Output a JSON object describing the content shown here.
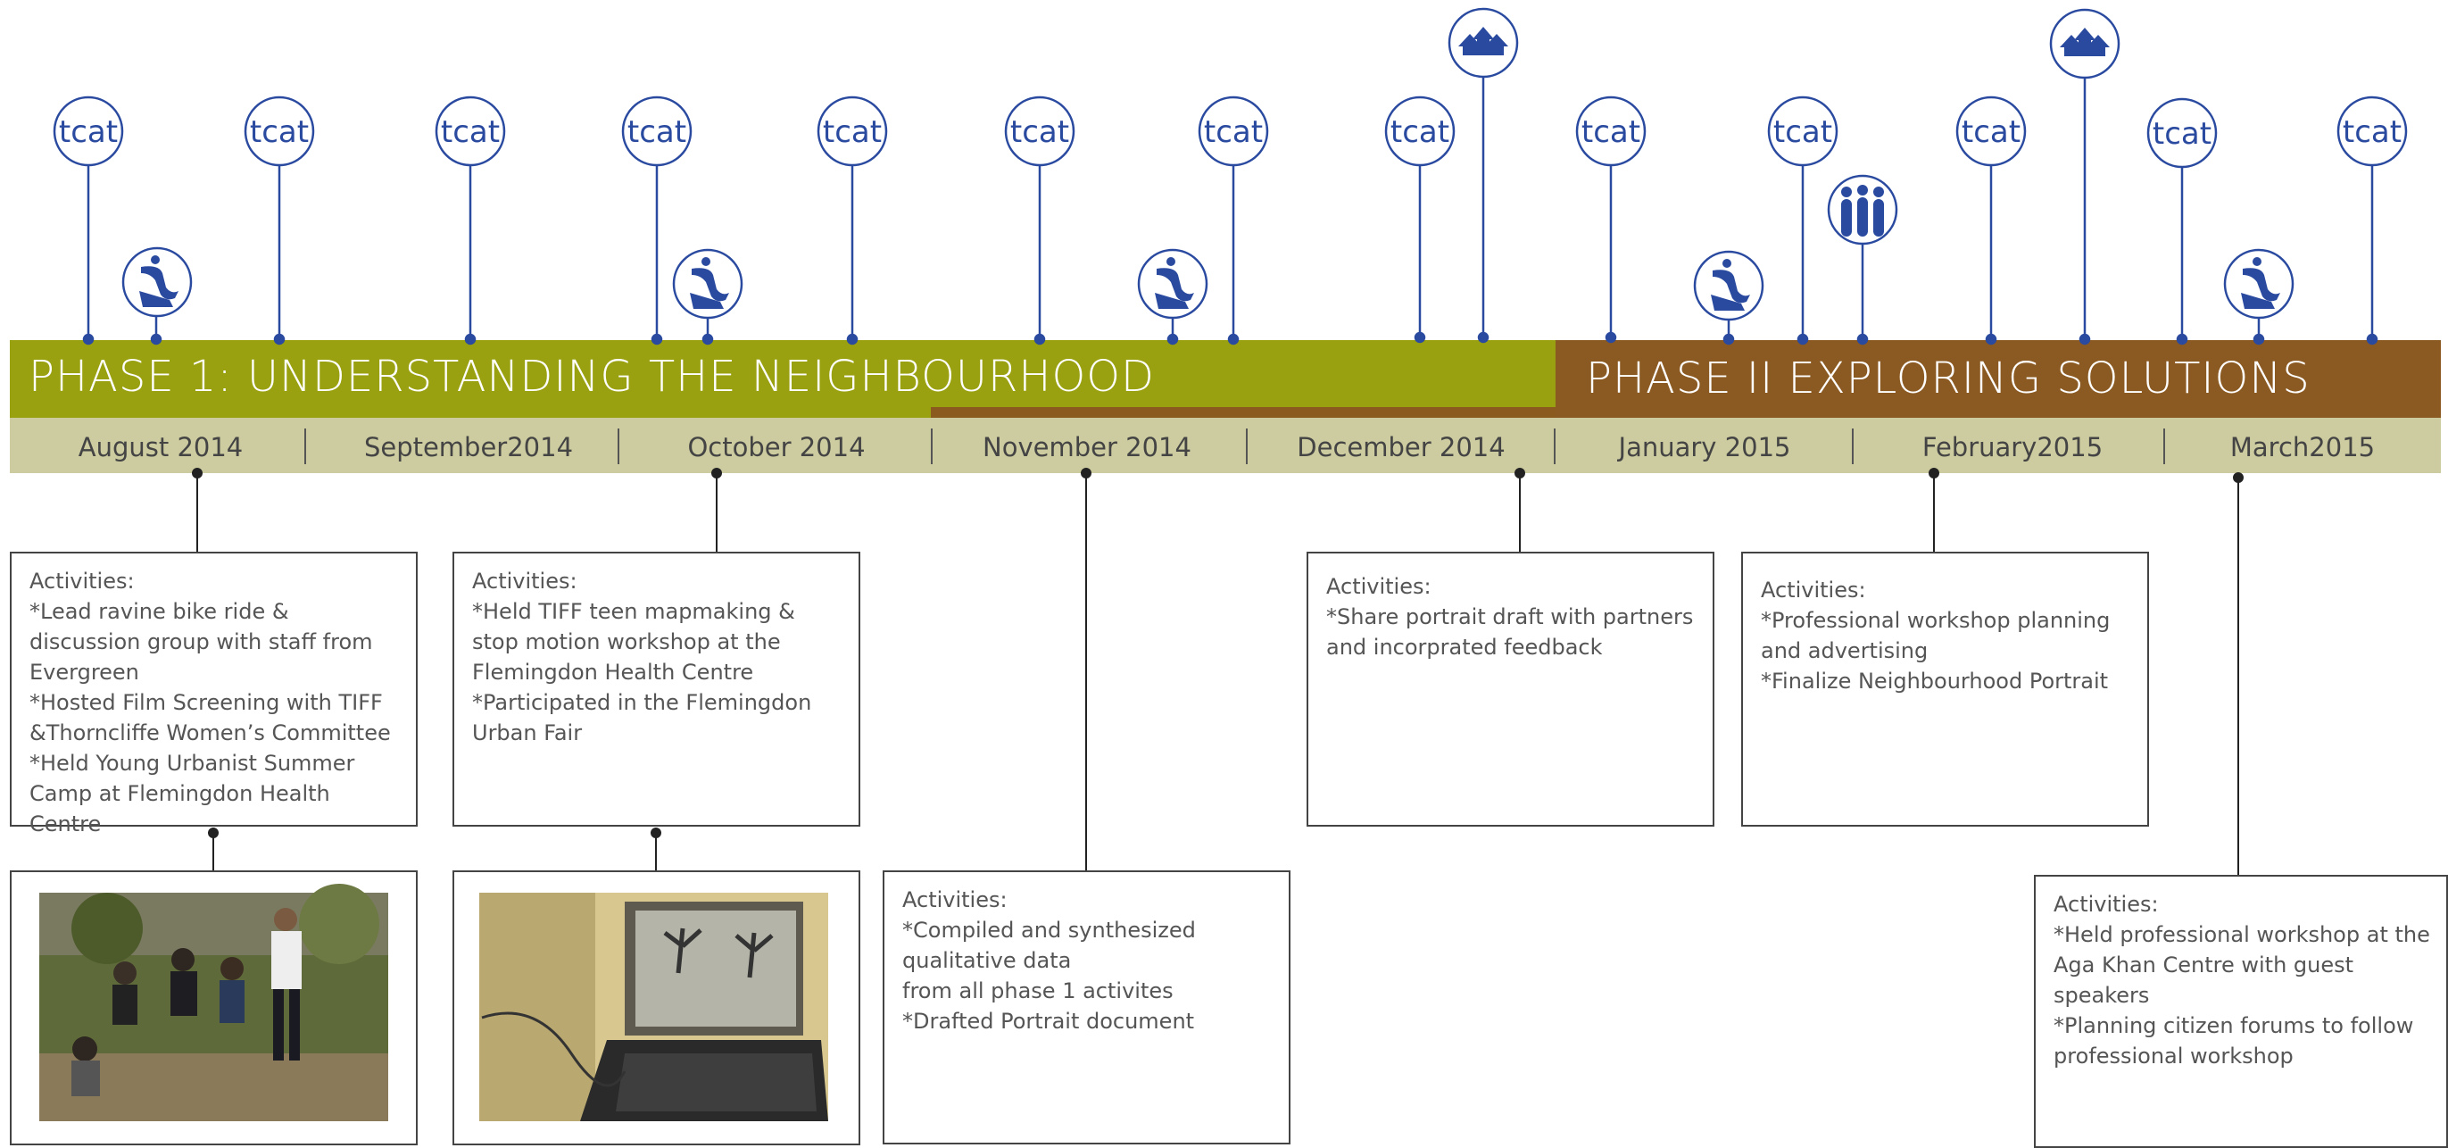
{
  "phases": [
    {
      "title": "PHASE 1: UNDERSTANDING THE NEIGHBOURHOOD",
      "color": "#9aa111"
    },
    {
      "title": "PHASE II EXPLORING SOLUTIONS",
      "color": "#8b5a22"
    }
  ],
  "months": [
    "August 2014",
    "September2014",
    "October 2014",
    "November 2014",
    "December 2014",
    "January 2015",
    "February2015",
    "March2015"
  ],
  "tcat_label": "tcat",
  "icons": [
    "tcat-logo-icon",
    "flemingdon-logo-icon",
    "houses-icon",
    "people-icon"
  ],
  "colors": {
    "icon_blue": "#2a4aa0",
    "band": "#cdcca0"
  },
  "activity_boxes": [
    {
      "heading": "Activities:",
      "items": [
        "*Lead ravine bike ride & discussion group with staff from Evergreen",
        "*Hosted Film Screening with TIFF &Thorncliffe Women’s Committee",
        "*Held Young Urbanist Summer Camp at Flemingdon Health Centre"
      ]
    },
    {
      "heading": "Activities:",
      "items": [
        "*Held TIFF teen mapmaking & stop motion workshop at the Flemingdon Health Centre",
        "*Participated in the Flemingdon Urban Fair"
      ]
    },
    {
      "heading": "Activities:",
      "items": [
        "*Compiled and synthesized qualitative data",
        "from all phase 1 activites",
        "*Drafted Portrait document"
      ]
    },
    {
      "heading": "Activities:",
      "items": [
        "*Share portrait draft with partners and incorprated feedback"
      ]
    },
    {
      "heading": "Activities:",
      "items": [
        "*Professional workshop planning and advertising",
        "*Finalize Neighbourhood Portrait"
      ]
    },
    {
      "heading": "Activities:",
      "items": [
        "*Held professional workshop at the Aga Khan Centre with guest speakers",
        "*Planning citizen forums to follow professional workshop"
      ]
    }
  ]
}
